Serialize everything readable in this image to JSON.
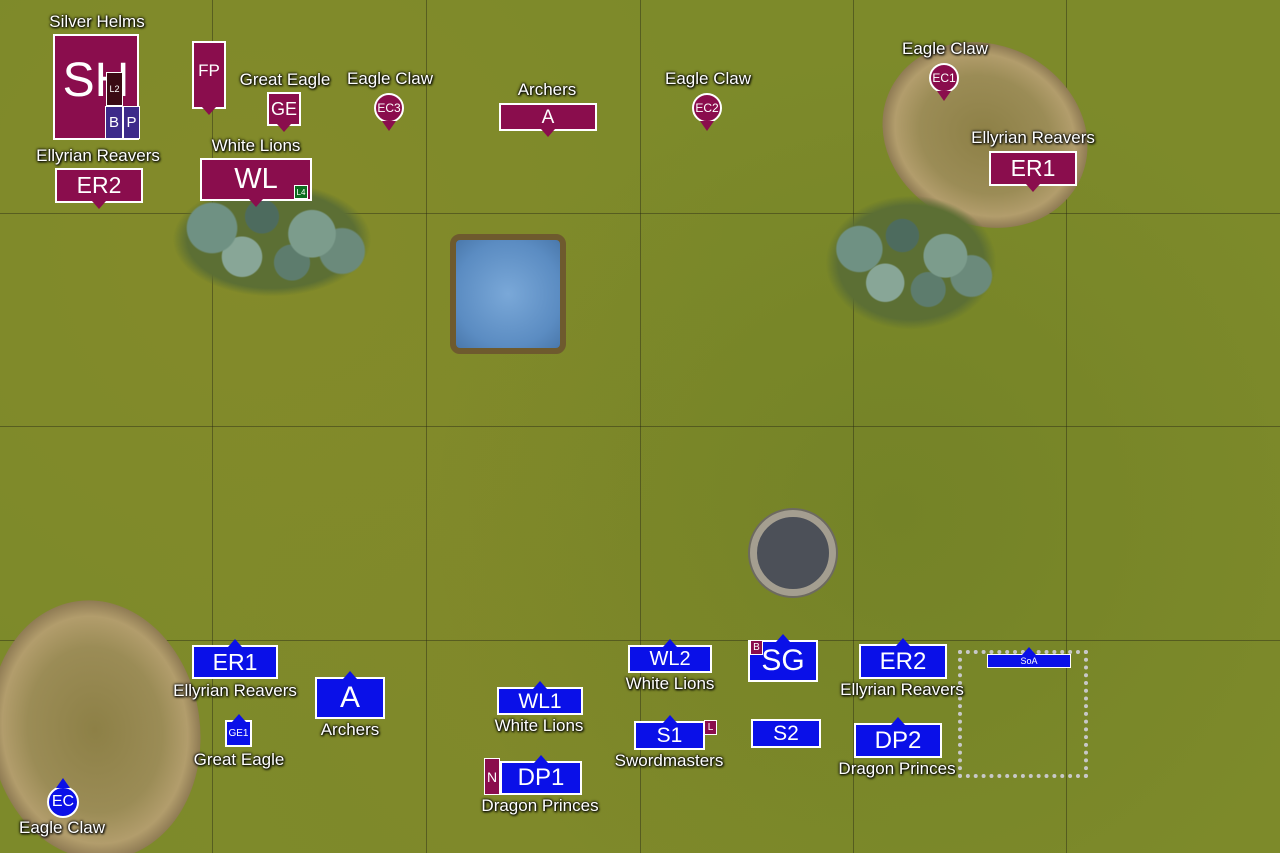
{
  "board": {
    "colors": {
      "red": "#8a0d4d",
      "blue": "#0a10e8",
      "grass": "#7d8a2a"
    },
    "terrain": [
      "hill",
      "hill",
      "wood",
      "wood",
      "pond",
      "well",
      "ruin"
    ]
  },
  "red": {
    "silver_helms": {
      "label": "Silver Helms",
      "code": "SH",
      "chips": {
        "l2": "L2",
        "b": "B",
        "p": "P"
      }
    },
    "fp": {
      "code": "FP"
    },
    "great_eagle": {
      "label": "Great Eagle",
      "code": "GE"
    },
    "eagle_claw_3": {
      "label": "Eagle Claw",
      "code": "EC3"
    },
    "archers": {
      "label": "Archers",
      "code": "A"
    },
    "eagle_claw_2": {
      "label": "Eagle Claw",
      "code": "EC2"
    },
    "eagle_claw_1": {
      "label": "Eagle Claw",
      "code": "EC1"
    },
    "ellyrian_reavers_1": {
      "label": "Ellyrian Reavers",
      "code": "ER1"
    },
    "ellyrian_reavers_2": {
      "label": "Ellyrian Reavers",
      "code": "ER2"
    },
    "white_lions": {
      "label": "White Lions",
      "code": "WL",
      "chip": "L4"
    }
  },
  "blue": {
    "ellyrian_reavers_1": {
      "label": "Ellyrian Reavers",
      "code": "ER1"
    },
    "archers": {
      "label": "Archers",
      "code": "A"
    },
    "great_eagle": {
      "label": "Great Eagle",
      "code": "GE1"
    },
    "eagle_claw": {
      "label": "Eagle Claw",
      "code": "EC"
    },
    "white_lions_1": {
      "label": "White Lions",
      "code": "WL1"
    },
    "dragon_princes_1": {
      "label": "Dragon Princes",
      "code": "DP1",
      "chip": "N"
    },
    "white_lions_2": {
      "label": "White Lions",
      "code": "WL2"
    },
    "swordmasters": {
      "label": "Swordmasters",
      "code": "S1",
      "chip": "L"
    },
    "sg": {
      "code": "SG",
      "chip": "B"
    },
    "s2": {
      "code": "S2"
    },
    "ellyrian_reavers_2": {
      "label": "Ellyrian Reavers",
      "code": "ER2"
    },
    "dragon_princes_2": {
      "label": "Dragon Princes",
      "code": "DP2"
    },
    "soa": {
      "code": "SoA"
    }
  }
}
